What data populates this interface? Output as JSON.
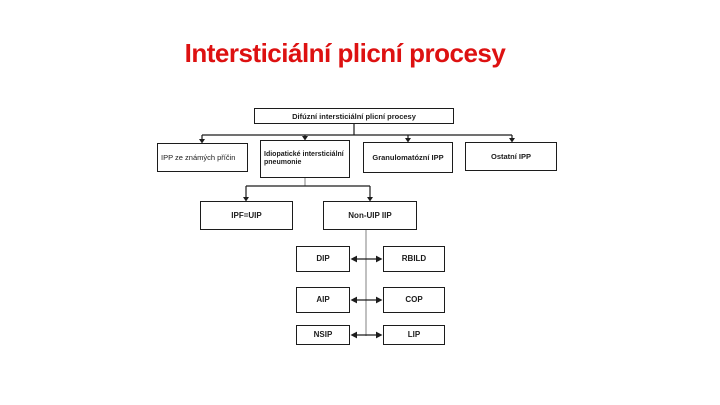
{
  "title": "Intersticiální plicní procesy",
  "colors": {
    "title-color": "#dd1111",
    "line-color": "#1c1c1c",
    "connector-gray": "#ababab",
    "background": "#ffffff"
  },
  "diagram": {
    "root": {
      "label": "Difúzní intersticiální plicní procesy"
    },
    "level2": [
      {
        "label": "IPP ze známých příčin"
      },
      {
        "label": "Idiopatické intersticiální pneumonie"
      },
      {
        "label": "Granulomatózní IPP"
      },
      {
        "label": "Ostatní IPP"
      }
    ],
    "level3": [
      {
        "label": "IPF=UIP"
      },
      {
        "label": "Non-UIP IIP"
      }
    ],
    "pairs": [
      {
        "left": "DIP",
        "right": "RBILD"
      },
      {
        "left": "AIP",
        "right": "COP"
      },
      {
        "left": "NSIP",
        "right": "LIP"
      }
    ]
  }
}
